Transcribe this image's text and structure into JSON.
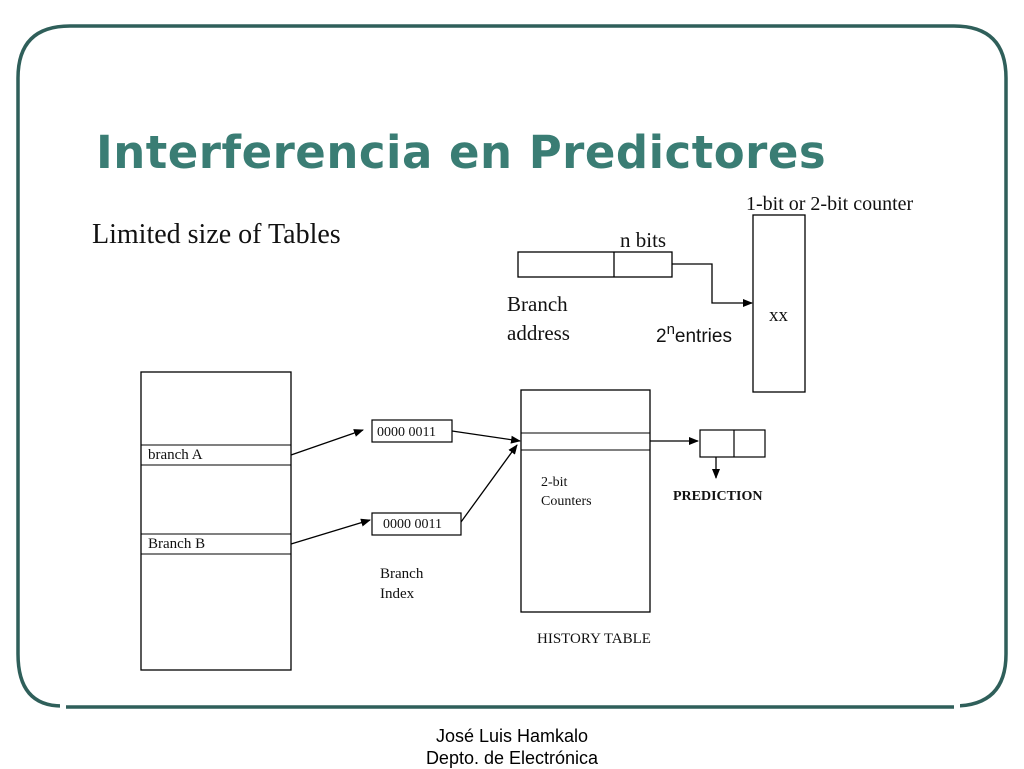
{
  "slide": {
    "title": "Interferencia en Predictores",
    "subtitle": "Limited size of Tables",
    "frame_color": "#2f5f5a",
    "title_color": "#3a7d74"
  },
  "top_diagram": {
    "address_bits_label": "n bits",
    "branch_address_label_line1": "Branch",
    "branch_address_label_line2": "address",
    "entries_base": "2",
    "entries_exp": "n",
    "entries_word": "entries",
    "counter_table_label": "1-bit or 2-bit counter",
    "counter_cell_text": "xx"
  },
  "bottom_diagram": {
    "branch_a_label": "branch A",
    "branch_b_label": "Branch B",
    "index_a": "0000 0011",
    "index_b": "0000 0011",
    "branch_index_line1": "Branch",
    "branch_index_line2": "Index",
    "counters_line1": "2-bit",
    "counters_line2": "Counters",
    "history_table_label": "HISTORY TABLE",
    "prediction_label": "PREDICTION"
  },
  "footer": {
    "author": "José Luis Hamkalo",
    "department": "Depto. de Electrónica"
  }
}
